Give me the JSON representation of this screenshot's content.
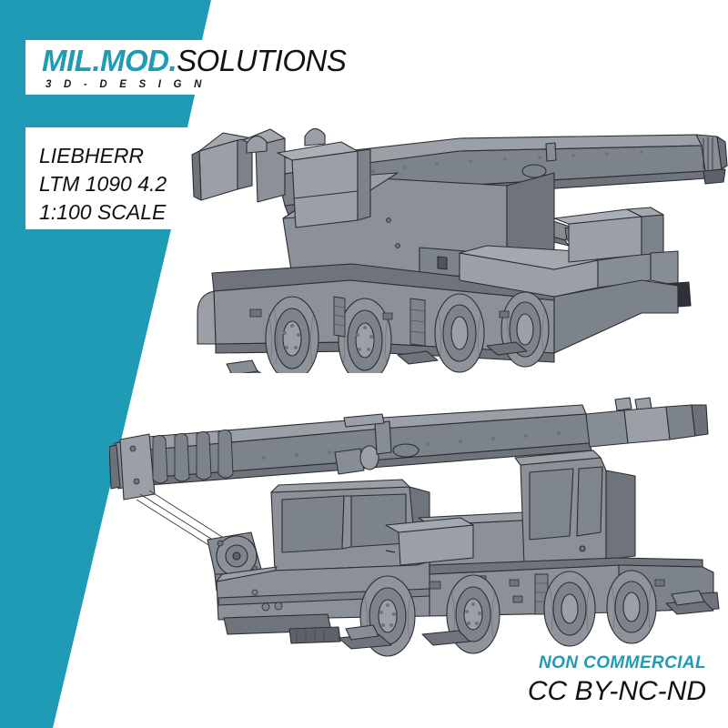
{
  "brand": {
    "accent_color": "#1f9bb5",
    "logo_primary": "MIL.MOD.",
    "logo_secondary": "SOLUTIONS",
    "logo_tagline": "3 D - D E S I G N"
  },
  "spec": {
    "manufacturer": "LIEBHERR",
    "model": "LTM 1090 4.2",
    "scale": "1:100 SCALE"
  },
  "license": {
    "usage": "NON COMMERCIAL",
    "code": "CC BY-NC-ND"
  },
  "models": [
    {
      "name": "liebherr-ltm-1090-rear-three-quarter-view",
      "description": "3D render of Liebherr LTM 1090 4.2 mobile crane, boom stowed, rear three-quarter view"
    },
    {
      "name": "liebherr-ltm-1090-side-view",
      "description": "3D render of Liebherr LTM 1090 4.2 mobile crane, boom stowed, left side view"
    }
  ],
  "palette": {
    "body_light": "#9aa0a6",
    "body_mid": "#8b9197",
    "body_dark": "#6e747a",
    "body_darker": "#585e64",
    "glass": "#7e858c",
    "tire": "#8e949a",
    "outline": "#2b2f33"
  }
}
